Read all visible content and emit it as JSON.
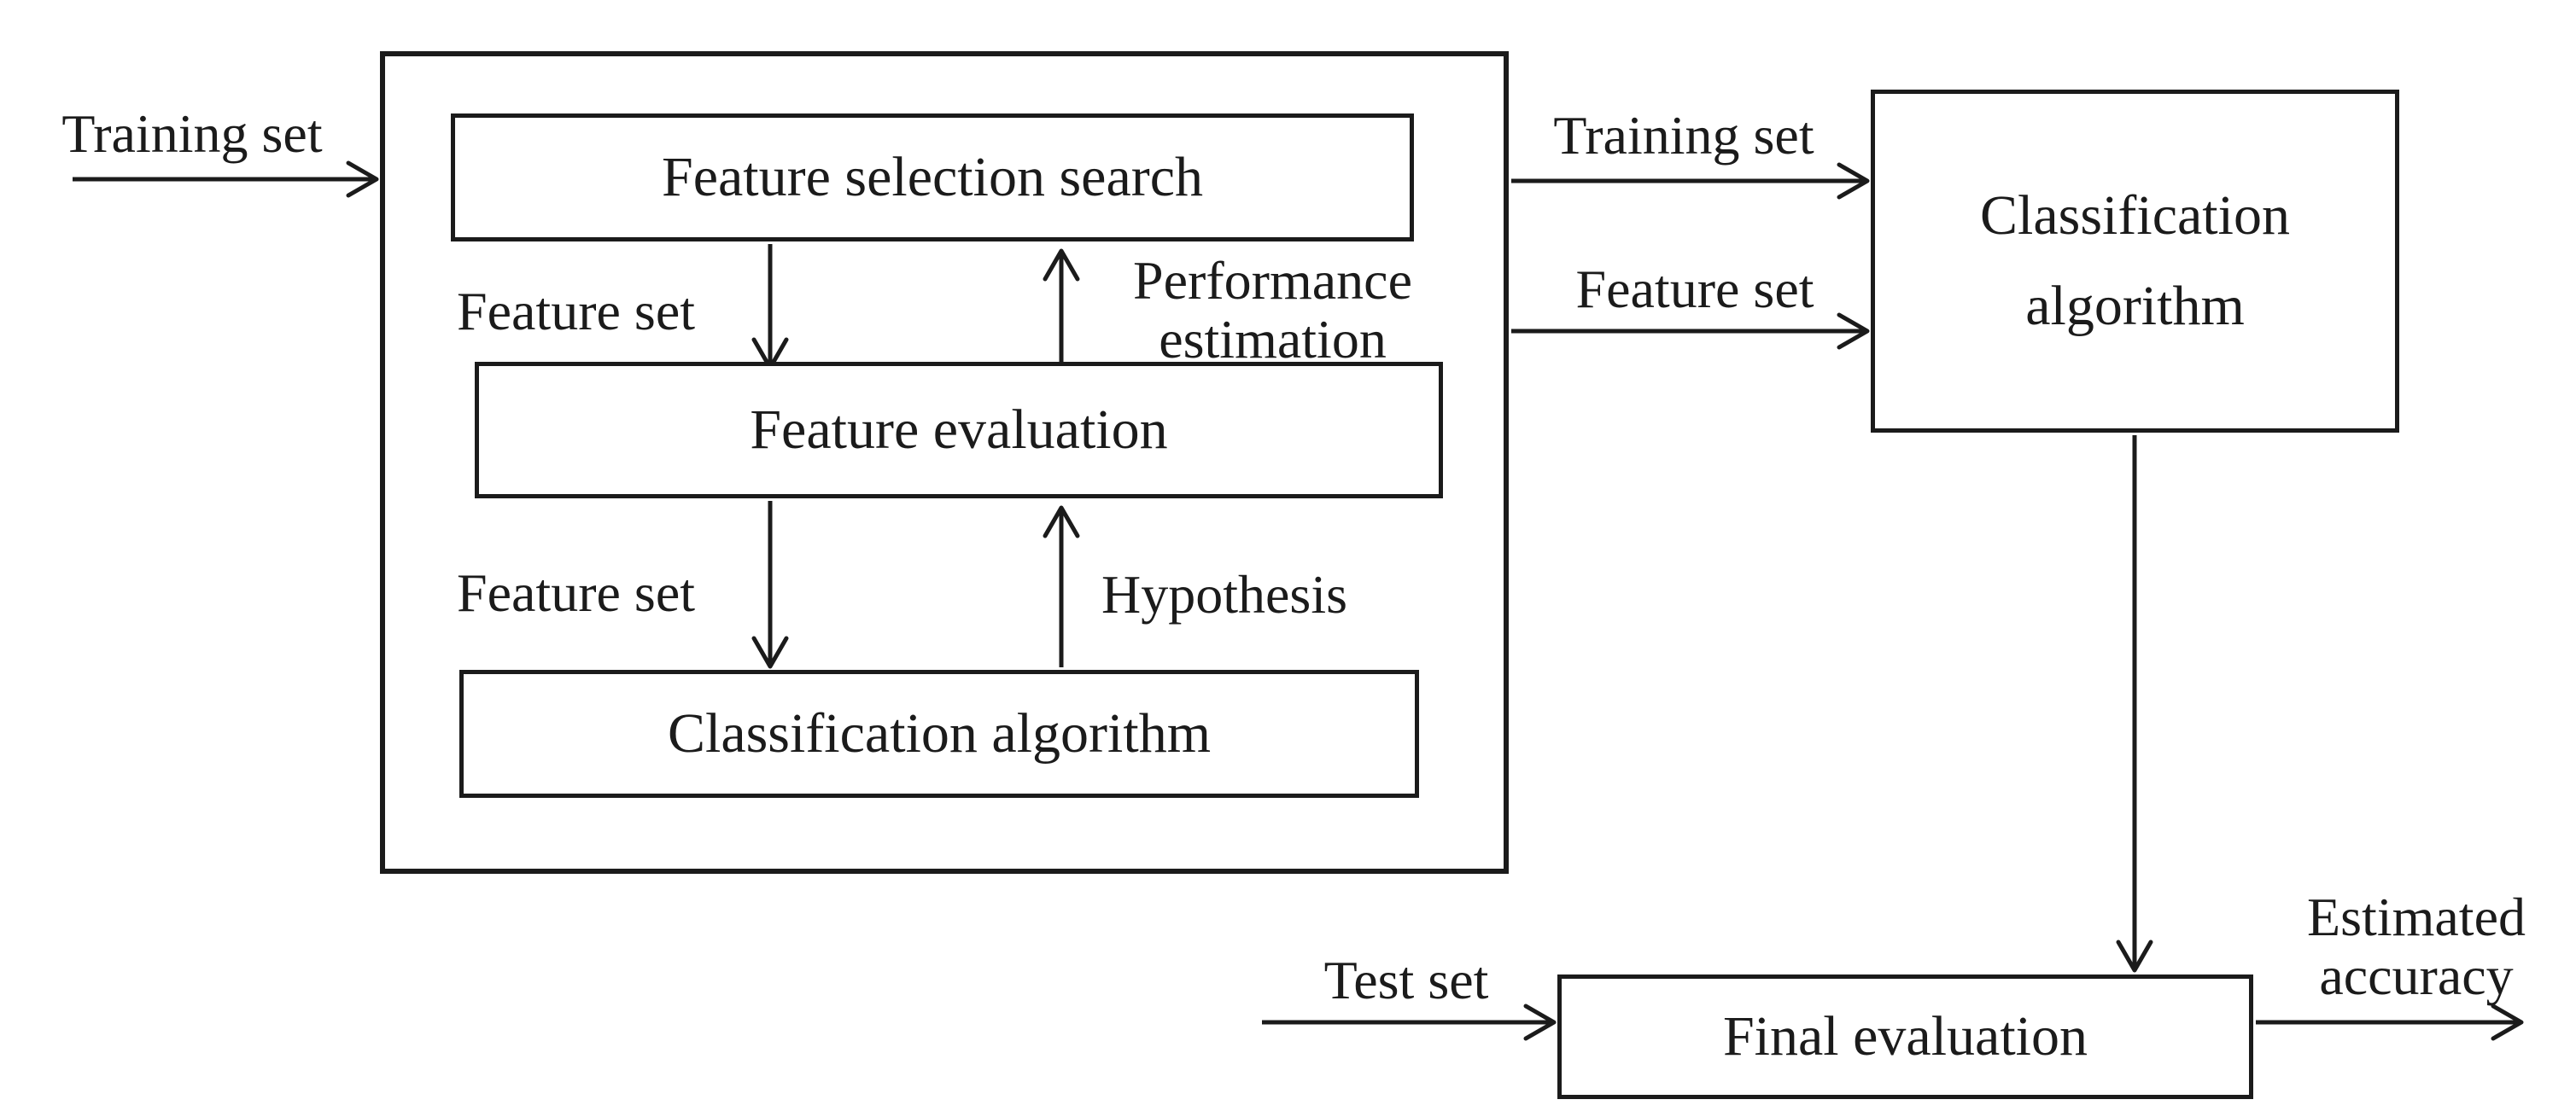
{
  "diagram": {
    "boxes": {
      "feature_selection_search": "Feature selection search",
      "feature_evaluation": "Feature evaluation",
      "classification_algorithm_inner": "Classification algorithm",
      "classification_algorithm_right": "Classification algorithm",
      "final_evaluation": "Final evaluation"
    },
    "edge_labels": {
      "training_set_input": "Training set",
      "feature_set_search_to_evaluation": "Feature set",
      "performance_estimation": "Performance estimation",
      "feature_set_evaluation_to_classifier": "Feature set",
      "hypothesis": "Hypothesis",
      "training_set_to_right_classifier": "Training set",
      "feature_set_to_right_classifier": "Feature set",
      "test_set_input": "Test set",
      "estimated_accuracy_output": "Estimated accuracy"
    },
    "colors": {
      "ink": "#1b1b1b",
      "background": "#ffffff"
    }
  }
}
